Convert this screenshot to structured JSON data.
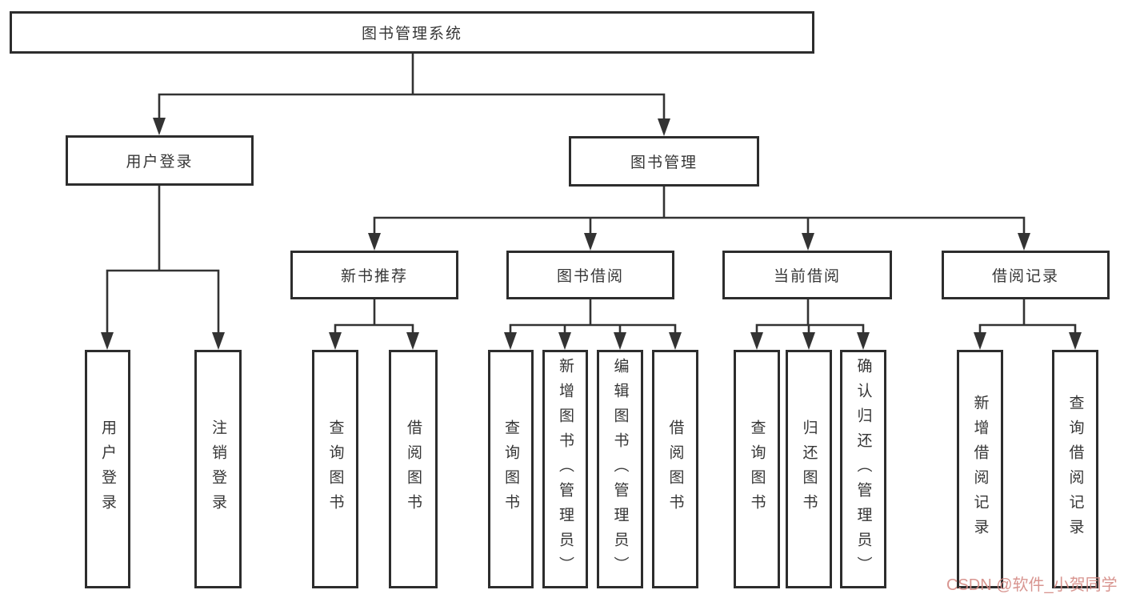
{
  "diagram": {
    "root": {
      "label": "图书管理系统"
    },
    "level2": [
      {
        "label": "用户登录"
      },
      {
        "label": "图书管理"
      }
    ],
    "level3": [
      {
        "label": "新书推荐"
      },
      {
        "label": "图书借阅"
      },
      {
        "label": "当前借阅"
      },
      {
        "label": "借阅记录"
      }
    ],
    "leafGroups": [
      {
        "parent": "用户登录",
        "items": [
          "用户登录",
          "注销登录"
        ]
      },
      {
        "parent": "新书推荐",
        "items": [
          "查询图书",
          "借阅图书"
        ]
      },
      {
        "parent": "图书借阅",
        "items": [
          "查询图书",
          "新增图书（管理员）",
          "编辑图书（管理员）",
          "借阅图书"
        ]
      },
      {
        "parent": "当前借阅",
        "items": [
          "查询图书",
          "归还图书",
          "确认归还（管理员）"
        ]
      },
      {
        "parent": "借阅记录",
        "items": [
          "新增借阅记录",
          "查询借阅记录"
        ]
      }
    ],
    "watermark": {
      "text": "CSDN @软件_小贺同学"
    },
    "colors": {
      "line": "#333333",
      "box_border": "#2d2d2d",
      "text": "#363636",
      "background": "#ffffff",
      "watermark": "#d48a84"
    }
  }
}
